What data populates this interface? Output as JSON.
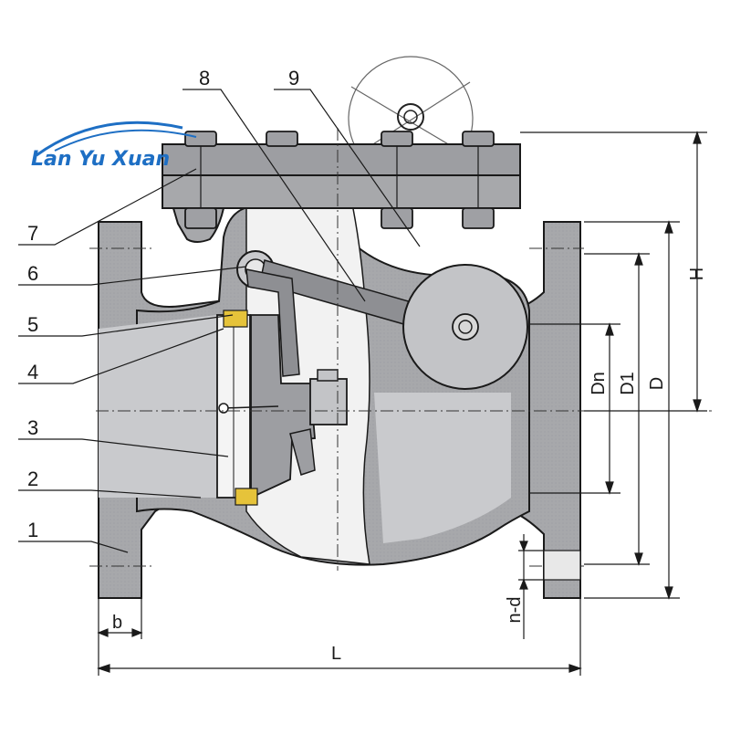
{
  "logo": {
    "text": "Lan Yu Xuan"
  },
  "part_labels": [
    "1",
    "2",
    "3",
    "4",
    "5",
    "6",
    "7",
    "8",
    "9"
  ],
  "dimensions": {
    "L": "L",
    "H": "H",
    "b": "b",
    "Dn": "Dn",
    "D1": "D1",
    "D": "D",
    "nd": "n-d"
  },
  "colors": {
    "body_fill": "#a7a8ab",
    "body_dark": "#8e8f93",
    "line": "#1a1a1a",
    "seat_accent": "#e6c33a",
    "logo_blue": "#1e6fc4"
  }
}
